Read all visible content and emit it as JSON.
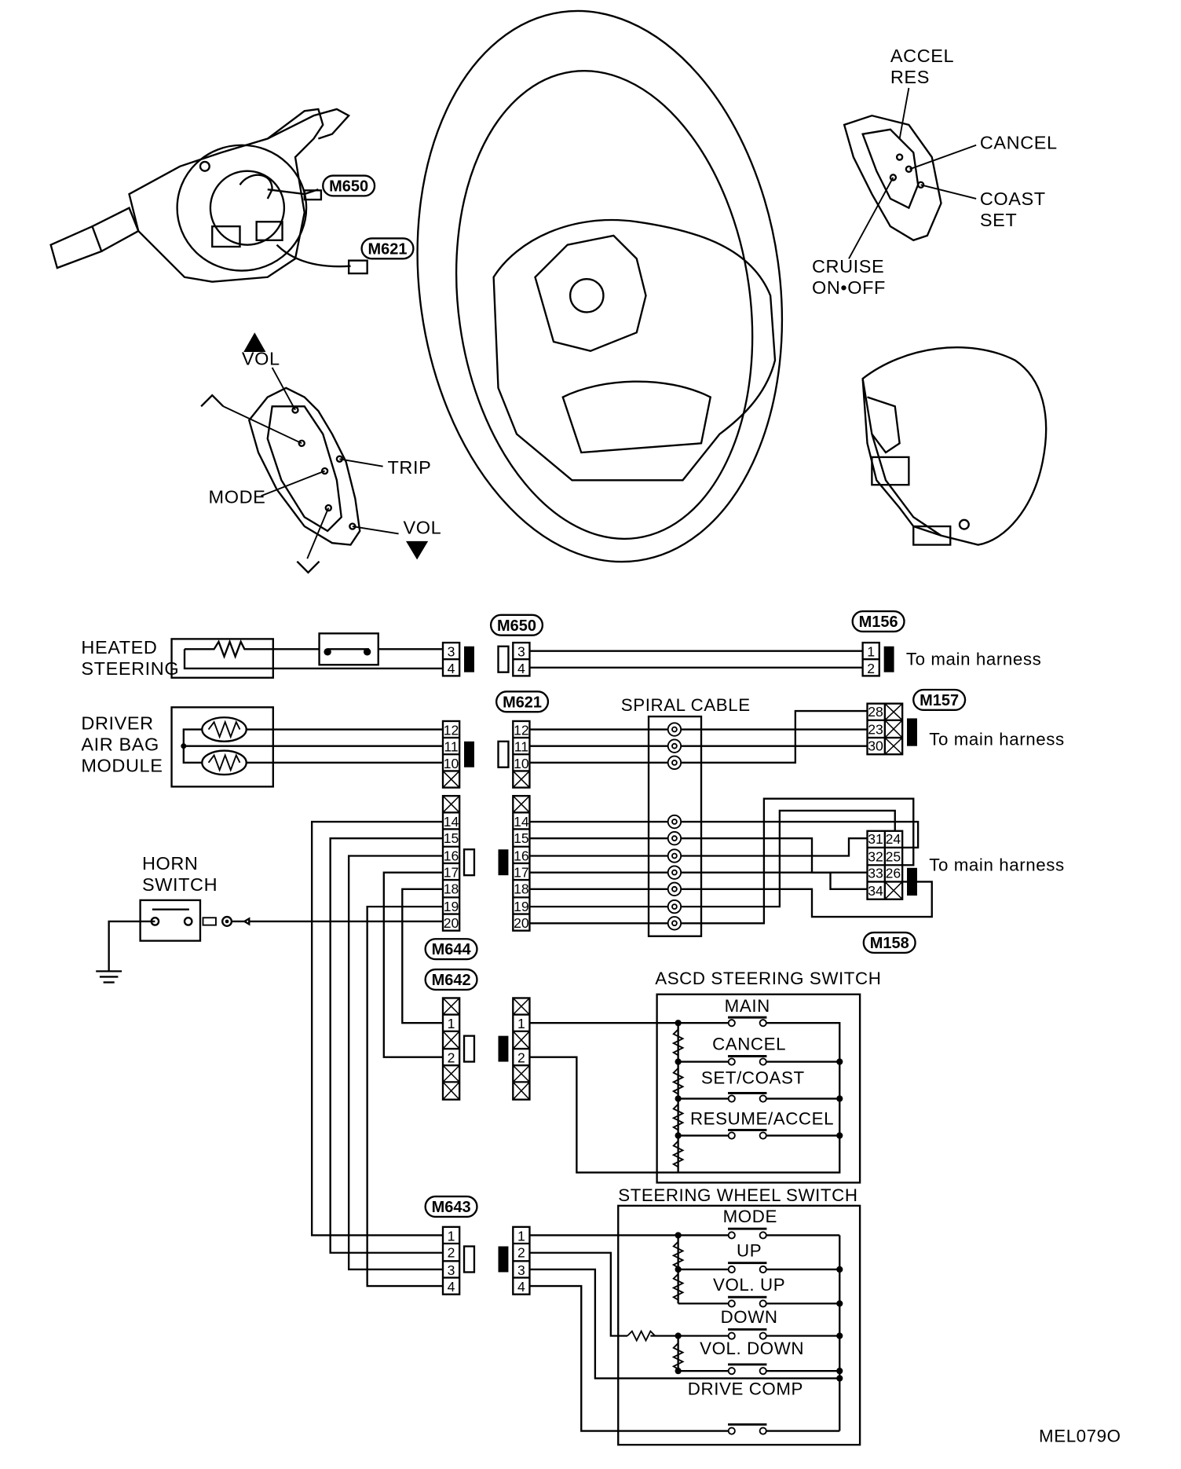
{
  "figure_id": "MEL079O",
  "connectors": {
    "m650": "M650",
    "m621": "M621",
    "m156": "M156",
    "m157": "M157",
    "m158": "M158",
    "m644": "M644",
    "m642": "M642",
    "m643": "M643"
  },
  "top_labels": {
    "accel_res_1": "ACCEL",
    "accel_res_2": "RES",
    "cancel": "CANCEL",
    "coast_set_1": "COAST",
    "coast_set_2": "SET",
    "cruise_1": "CRUISE",
    "cruise_2": "ON•OFF",
    "vol_up": "VOL",
    "trip": "TRIP",
    "mode": "MODE",
    "vol_down": "VOL"
  },
  "components": {
    "heated_steering_1": "HEATED",
    "heated_steering_2": "STEERING",
    "airbag_1": "DRIVER",
    "airbag_2": "AIR BAG",
    "airbag_3": "MODULE",
    "horn_1": "HORN",
    "horn_2": "SWITCH",
    "spiral_cable": "SPIRAL CABLE",
    "ascd_switch": "ASCD STEERING SWITCH",
    "steering_wheel_switch": "STEERING WHEEL SWITCH"
  },
  "to_main_harness": "To main harness",
  "ascd_buttons": [
    "MAIN",
    "CANCEL",
    "SET/COAST",
    "RESUME/ACCEL"
  ],
  "sws_buttons": [
    "MODE",
    "UP",
    "VOL. UP",
    "DOWN",
    "VOL. DOWN",
    "DRIVE COMP"
  ],
  "pins": {
    "m650_left": [
      "3",
      "4"
    ],
    "m650_right": [
      "3",
      "4"
    ],
    "m156": [
      "1",
      "2"
    ],
    "m621_left": [
      "12",
      "11",
      "10"
    ],
    "m621_right": [
      "12",
      "11",
      "10"
    ],
    "m157": [
      "28",
      "23",
      "30"
    ],
    "m644_left": [
      "14",
      "15",
      "16",
      "17",
      "18",
      "19",
      "20"
    ],
    "m644_right": [
      "14",
      "15",
      "16",
      "17",
      "18",
      "19",
      "20"
    ],
    "m158_left": [
      "31",
      "32",
      "33",
      "34"
    ],
    "m158_right": [
      "24",
      "25",
      "26"
    ],
    "m642_left": [
      "1",
      "2"
    ],
    "m642_right": [
      "1",
      "2"
    ],
    "m643_left": [
      "1",
      "2",
      "3",
      "4"
    ],
    "m643_right": [
      "1",
      "2",
      "3",
      "4"
    ]
  }
}
